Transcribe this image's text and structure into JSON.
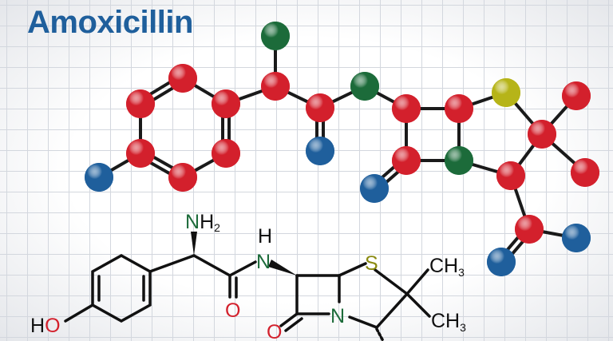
{
  "title": "Amoxicillin",
  "colors": {
    "carbon": "#d3202c",
    "nitrogen": "#1c6b3a",
    "oxygen": "#1f5f9c",
    "sulfur": "#b6b418",
    "title": "#1f5f9c"
  },
  "structure_labels": {
    "amine_n": "N",
    "amine_h": "H",
    "amine_sub": "2",
    "amide_h": "H",
    "amide_n": "N",
    "carbonyl_o": "O",
    "hydroxyl_h": "H",
    "hydroxyl_o": "O",
    "sulfur": "S",
    "ring_n": "N",
    "lactam_o": "O",
    "methyl_1": "CH",
    "methyl_1_sub": "3",
    "methyl_2": "CH",
    "methyl_2_sub": "3"
  }
}
